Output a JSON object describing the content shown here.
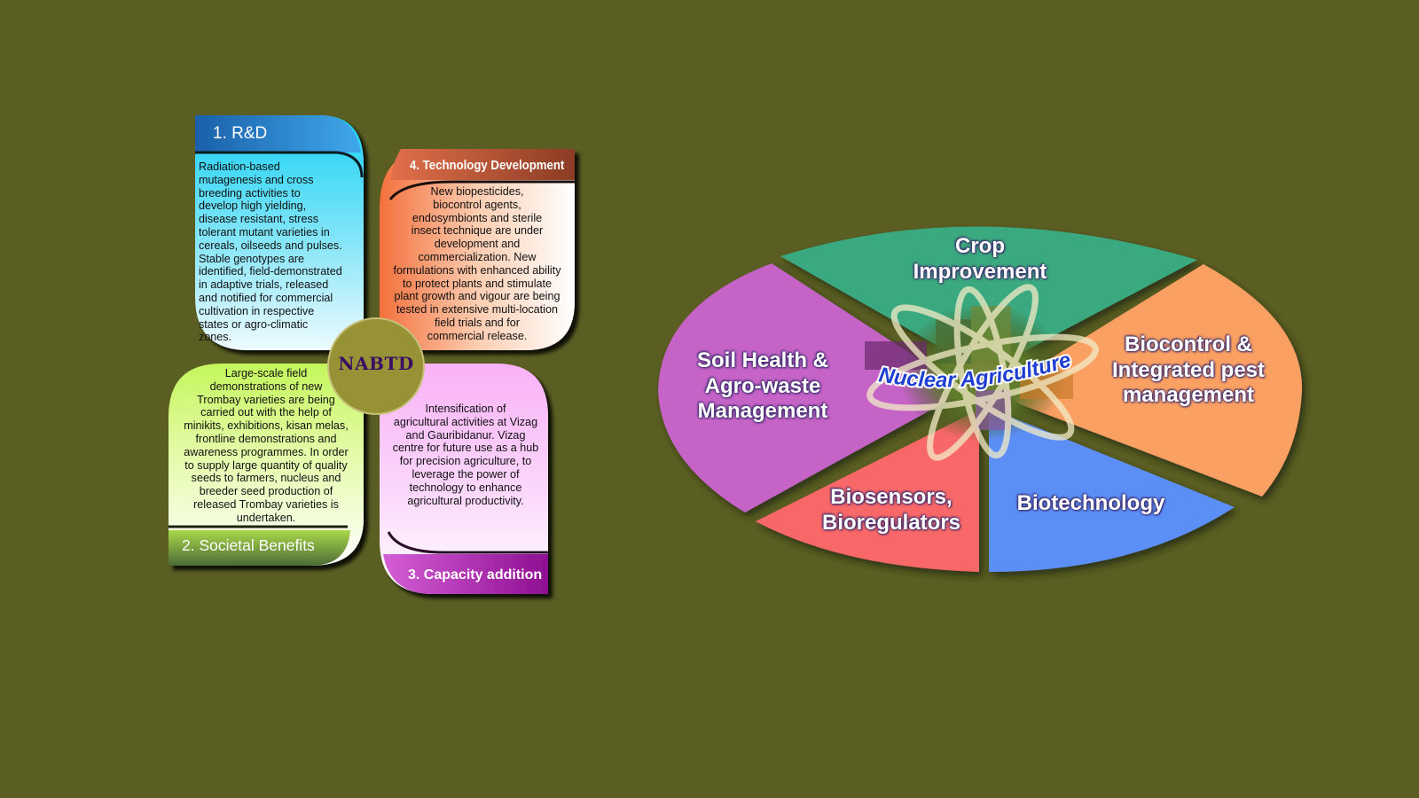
{
  "flower": {
    "center": "NABTD",
    "petals": [
      {
        "title": "1. R&D",
        "text": "Radiation-based\nmutagenesis and cross\nbreeding activities  to\ndevelop high yielding,\ndisease resistant, stress\ntolerant mutant varieties in\ncereals, oilseeds and pulses.\nStable genotypes are\nidentified, field-demonstrated\nin adaptive trials, released\nand notified for commercial\ncultivation in respective\nstates or agro-climatic\nzones."
      },
      {
        "title": "2. Societal Benefits",
        "text": "Large-scale field\ndemonstrations of new\nTrombay varieties are being\ncarried out with the help of\nminikits, exhibitions, kisan melas,\nfrontline demonstrations and\nawareness programmes. In order\nto supply large quantity of quality\nseeds to farmers, nucleus and\nbreeder seed production of\nreleased Trombay varieties is\nundertaken."
      },
      {
        "title": "3. Capacity addition",
        "text": "Intensification of\nagricultural activities at Vizag\nand Gauribidanur. Vizag\ncentre for future use as a hub\nfor precision agriculture, to\nleverage the power of\ntechnology to enhance\nagricultural productivity."
      },
      {
        "title": "4. Technology Development",
        "text": "New biopesticides,\nbiocontrol agents,\nendosymbionts and sterile\ninsect technique are under\ndevelopment and\ncommercialization. New\nformulations with enhanced ability\nto protect plants and stimulate\nplant growth and vigour are being\ntested in extensive multi-location\nfield trials and for\ncommercial release."
      }
    ]
  },
  "wheel": {
    "center_label": "Nuclear Agriculture",
    "segments": [
      {
        "label": "Crop\nImprovement",
        "color": "#3aa97f"
      },
      {
        "label": "Biocontrol &\nIntegrated pest\nmanagement",
        "color": "#fba063"
      },
      {
        "label": "Biotechnology",
        "color": "#5b8ff6"
      },
      {
        "label": "Biosensors,\nBioregulators",
        "color": "#f86767"
      },
      {
        "label": "Soil Health &\nAgro-waste\nManagement",
        "color": "#c563c7"
      }
    ]
  },
  "colors": {
    "background": "#5a5e22",
    "center_disc": "#979235",
    "rnd_petal": "#3fd2ee",
    "societal_petal": "#c3f25f",
    "capacity_petal": "#f9b7f6",
    "techdev_petal": "#f2703f"
  }
}
